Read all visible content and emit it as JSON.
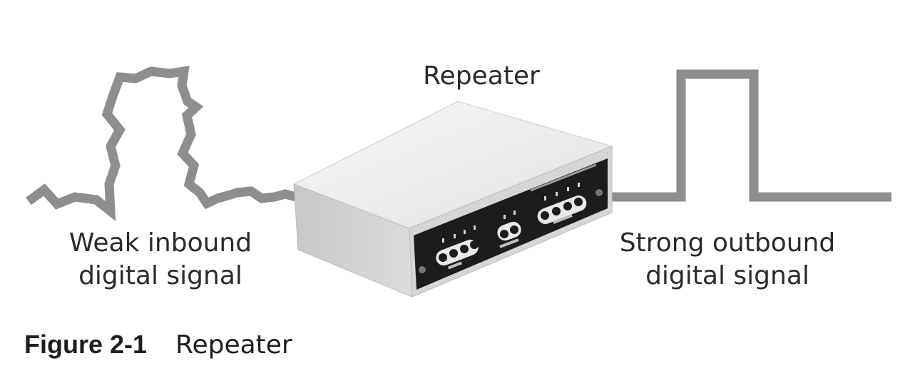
{
  "diagram": {
    "device_label": "Repeater",
    "inbound_label": [
      "Weak inbound",
      "digital signal"
    ],
    "outbound_label": [
      "Strong outbound",
      "digital signal"
    ]
  },
  "caption": {
    "number": "Figure 2-1",
    "title": "Repeater"
  },
  "colors": {
    "signal": "#8e8e8e",
    "device_top": "#eeeeee",
    "device_front": "#d0d0d0",
    "panel": "#1c1c1c",
    "text": "#2b2b2b"
  }
}
